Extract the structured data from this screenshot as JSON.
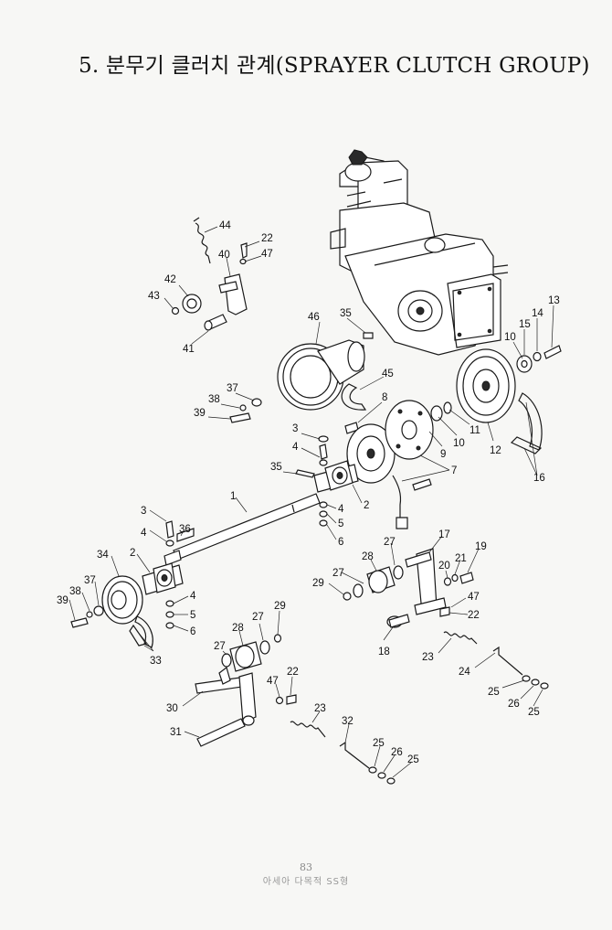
{
  "title": "5. 분무기 클러치 관계(SPRAYER CLUTCH GROUP)",
  "footer": {
    "page": "83",
    "model": "아세아 다목적 SS형"
  },
  "callouts": [
    {
      "id": "c1",
      "text": "44"
    },
    {
      "id": "c2",
      "text": "22"
    },
    {
      "id": "c3",
      "text": "47"
    },
    {
      "id": "c4",
      "text": "40"
    },
    {
      "id": "c5",
      "text": "42"
    },
    {
      "id": "c6",
      "text": "43"
    },
    {
      "id": "c7",
      "text": "41"
    },
    {
      "id": "c8",
      "text": "46"
    },
    {
      "id": "c9",
      "text": "35"
    },
    {
      "id": "c10",
      "text": "13"
    },
    {
      "id": "c11",
      "text": "14"
    },
    {
      "id": "c12",
      "text": "15"
    },
    {
      "id": "c13",
      "text": "10"
    },
    {
      "id": "c14",
      "text": "45"
    },
    {
      "id": "c15",
      "text": "37"
    },
    {
      "id": "c16",
      "text": "38"
    },
    {
      "id": "c17",
      "text": "39"
    },
    {
      "id": "c18",
      "text": "8"
    },
    {
      "id": "c19",
      "text": "11"
    },
    {
      "id": "c20",
      "text": "10"
    },
    {
      "id": "c21",
      "text": "9"
    },
    {
      "id": "c22",
      "text": "12"
    },
    {
      "id": "c23",
      "text": "3"
    },
    {
      "id": "c24",
      "text": "4"
    },
    {
      "id": "c25",
      "text": "7"
    },
    {
      "id": "c26",
      "text": "16"
    },
    {
      "id": "c27",
      "text": "35"
    },
    {
      "id": "c28",
      "text": "2"
    },
    {
      "id": "c29",
      "text": "4"
    },
    {
      "id": "c30",
      "text": "5"
    },
    {
      "id": "c31",
      "text": "6"
    },
    {
      "id": "c32",
      "text": "1"
    },
    {
      "id": "c33",
      "text": "3"
    },
    {
      "id": "c34",
      "text": "4"
    },
    {
      "id": "c35",
      "text": "36"
    },
    {
      "id": "c36",
      "text": "17"
    },
    {
      "id": "c37",
      "text": "19"
    },
    {
      "id": "c38",
      "text": "27"
    },
    {
      "id": "c39",
      "text": "34"
    },
    {
      "id": "c40",
      "text": "2"
    },
    {
      "id": "c41",
      "text": "28"
    },
    {
      "id": "c42",
      "text": "21"
    },
    {
      "id": "c43",
      "text": "20"
    },
    {
      "id": "c44",
      "text": "27"
    },
    {
      "id": "c45",
      "text": "29"
    },
    {
      "id": "c46",
      "text": "37"
    },
    {
      "id": "c47",
      "text": "38"
    },
    {
      "id": "c48",
      "text": "39"
    },
    {
      "id": "c49",
      "text": "4"
    },
    {
      "id": "c50",
      "text": "5"
    },
    {
      "id": "c51",
      "text": "6"
    },
    {
      "id": "c52",
      "text": "47"
    },
    {
      "id": "c53",
      "text": "22"
    },
    {
      "id": "c54",
      "text": "27"
    },
    {
      "id": "c55",
      "text": "29"
    },
    {
      "id": "c56",
      "text": "28"
    },
    {
      "id": "c57",
      "text": "18"
    },
    {
      "id": "c58",
      "text": "33"
    },
    {
      "id": "c59",
      "text": "23"
    },
    {
      "id": "c60",
      "text": "27"
    },
    {
      "id": "c61",
      "text": "24"
    },
    {
      "id": "c62",
      "text": "47"
    },
    {
      "id": "c63",
      "text": "22"
    },
    {
      "id": "c64",
      "text": "25"
    },
    {
      "id": "c65",
      "text": "26"
    },
    {
      "id": "c66",
      "text": "25"
    },
    {
      "id": "c67",
      "text": "30"
    },
    {
      "id": "c68",
      "text": "23"
    },
    {
      "id": "c69",
      "text": "32"
    },
    {
      "id": "c70",
      "text": "31"
    },
    {
      "id": "c71",
      "text": "25"
    },
    {
      "id": "c72",
      "text": "26"
    },
    {
      "id": "c73",
      "text": "25"
    }
  ]
}
